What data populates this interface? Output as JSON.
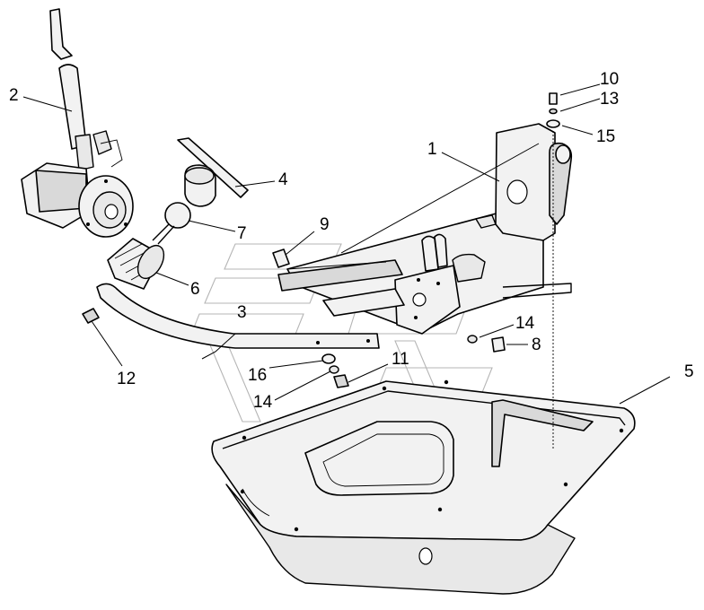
{
  "diagram": {
    "callouts": [
      {
        "id": "1",
        "text": "1"
      },
      {
        "id": "2",
        "text": "2"
      },
      {
        "id": "3",
        "text": "3"
      },
      {
        "id": "4",
        "text": "4"
      },
      {
        "id": "5",
        "text": "5"
      },
      {
        "id": "6",
        "text": "6"
      },
      {
        "id": "7",
        "text": "7"
      },
      {
        "id": "8",
        "text": "8"
      },
      {
        "id": "9",
        "text": "9"
      },
      {
        "id": "10",
        "text": "10"
      },
      {
        "id": "11",
        "text": "11"
      },
      {
        "id": "12",
        "text": "12"
      },
      {
        "id": "13",
        "text": "13"
      },
      {
        "id": "14a",
        "text": "14"
      },
      {
        "id": "14b",
        "text": "14"
      },
      {
        "id": "15",
        "text": "15"
      },
      {
        "id": "16",
        "text": "16"
      }
    ],
    "colors": {
      "line": "#000000",
      "part_fill": "#f2f2f2",
      "watermark": "#b5b5b5",
      "background": "#ffffff"
    }
  }
}
